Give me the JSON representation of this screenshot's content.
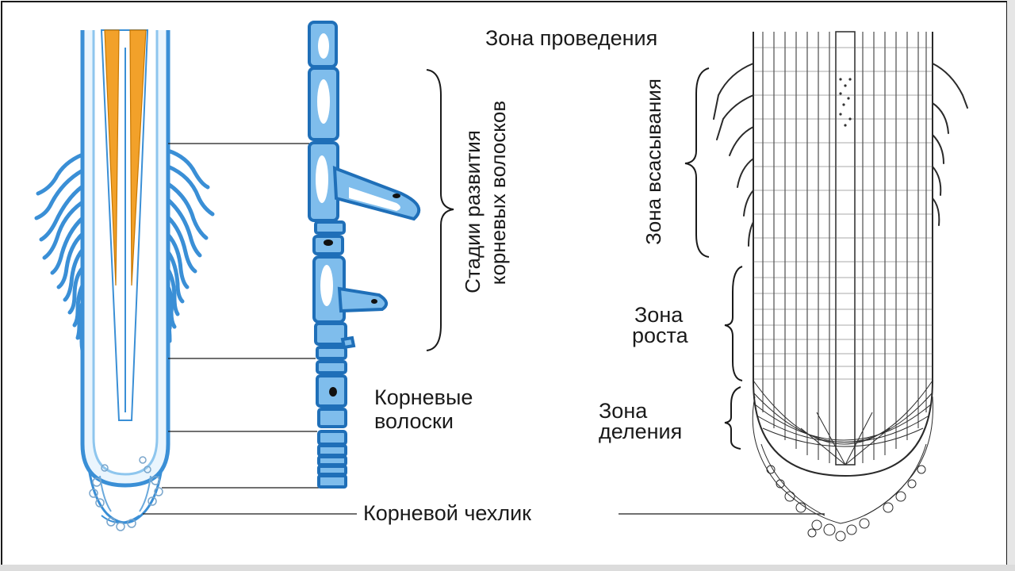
{
  "labels": {
    "zone_conduction": "Зона проведения",
    "zone_absorption": "Зона всасывания",
    "zone_growth_1": "Зона",
    "zone_growth_2": "роста",
    "zone_division_1": "Зона",
    "zone_division_2": "деления",
    "root_hairs_1": "Корневые",
    "root_hairs_2": "волоски",
    "root_cap": "Корневой чехлик",
    "hair_stages_1": "Стадии развития",
    "hair_stages_2": "корневых волосков"
  },
  "colors": {
    "root_blue": "#3a8fd6",
    "root_blue_light": "#8ec6ee",
    "vascular_orange": "#f2a12a",
    "ink": "#1a1a1a",
    "frame": "#222222"
  },
  "icons": {
    "root_tip_color": "root-longitudinal-icon",
    "root_epidermis": "epidermis-cell-row-icon",
    "root_tip_cells": "root-tip-cellular-icon"
  }
}
